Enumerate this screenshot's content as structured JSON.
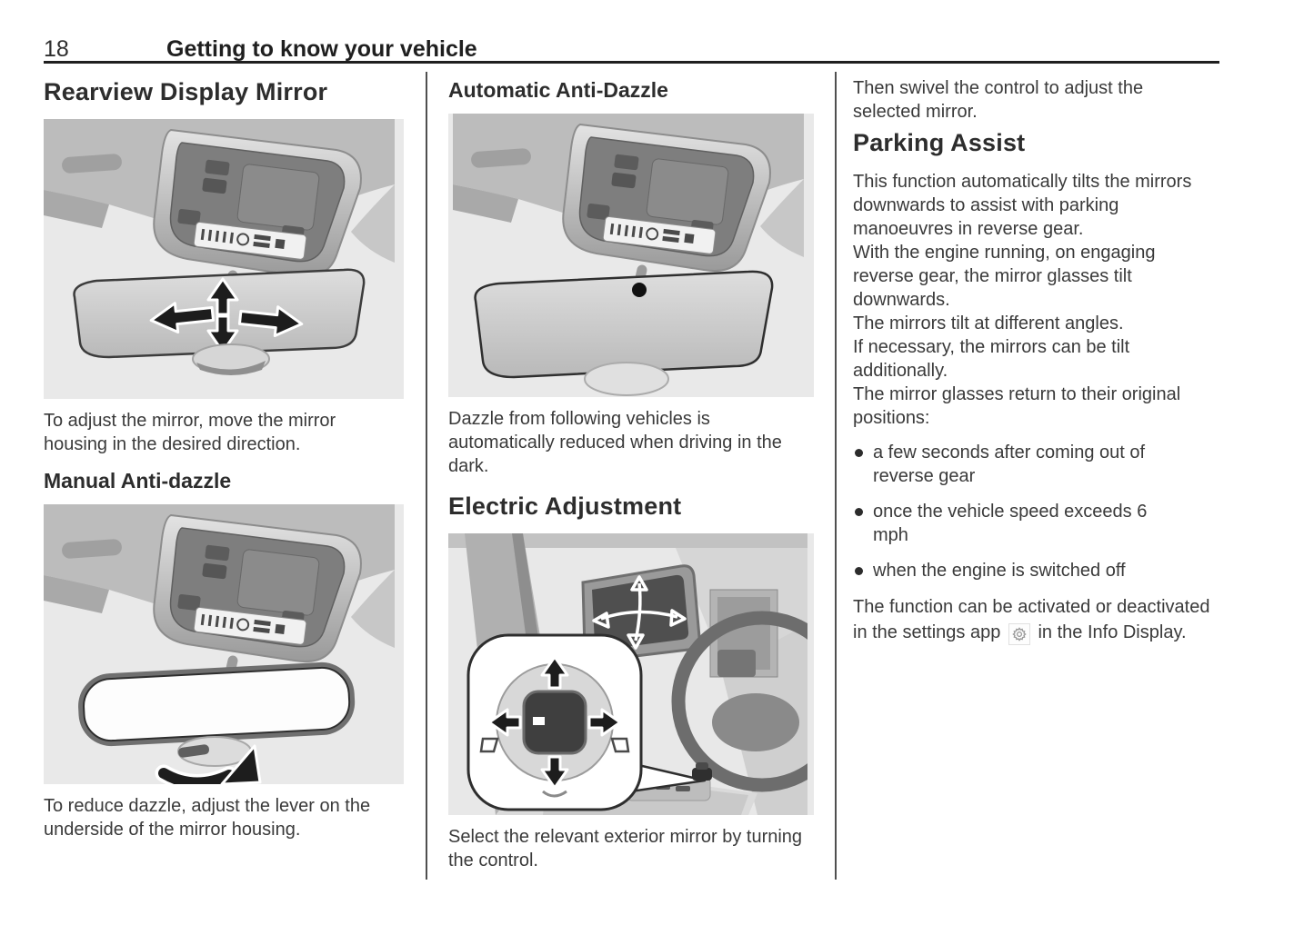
{
  "header": {
    "page_number": "18",
    "title": "Getting to know your vehicle"
  },
  "columns": {
    "col1": {
      "heading1": "Rearview Display Mirror",
      "figure1": "rearview-display-mirror-illustration",
      "caption1": "To adjust the mirror, move the mirror housing in the desired direction.",
      "heading2": "Manual Anti-dazzle",
      "figure2": "manual-anti-dazzle-illustration",
      "caption2": "To reduce dazzle, adjust the lever on the underside of the mirror housing."
    },
    "col2": {
      "heading1": "Automatic Anti-Dazzle",
      "figure1": "automatic-anti-dazzle-illustration",
      "caption1": "Dazzle from following vehicles is automatically reduced when driving in the dark.",
      "heading2": "Electric Adjustment",
      "figure2": "electric-adjustment-illustration",
      "caption2": "Select the relevant exterior mirror by turning the control."
    },
    "col3": {
      "intro": "Then swivel the control to adjust the selected mirror.",
      "heading": "Parking Assist",
      "paragraphs": [
        "This function automatically tilts the mirrors downwards to assist with parking manoeuvres in reverse gear.",
        "With the engine running, on engaging reverse gear, the mirror glasses tilt downwards.",
        "The mirrors tilt at different angles.",
        "If necessary, the mirrors can be tilt additionally.",
        "The mirror glasses return to their original positions:"
      ],
      "bullets": [
        "a few seconds after coming out of reverse gear",
        "once the vehicle speed exceeds 6 mph",
        "when the engine is switched off"
      ],
      "footer_pre": "The function can be activated or deactivated in the settings app",
      "footer_icon": "gear-icon",
      "footer_post": "in the Info Display."
    }
  },
  "colors": {
    "text": "#3a3a3a",
    "heading": "#2d2d2d",
    "rule": "#1f1f1f",
    "divider": "#4f4f4f",
    "figure_background": "#e9e9e9",
    "gear_icon": "#9a9a9a"
  }
}
